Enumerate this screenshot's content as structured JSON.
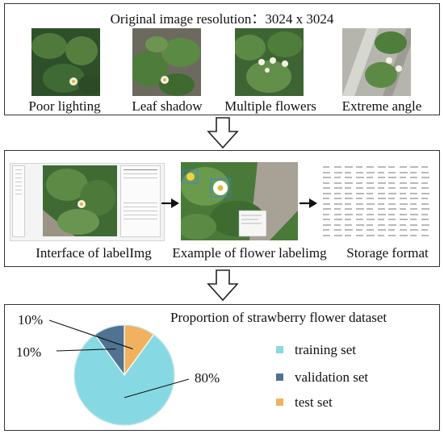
{
  "top_panel": {
    "title": "Original image resolution：3024 x 3024",
    "captions": [
      "Poor lighting",
      "Leaf shadow",
      "Multiple flowers",
      "Extreme angle"
    ]
  },
  "middle_panel": {
    "captions": [
      "Interface of labelImg",
      "Example of flower labelimg",
      "Storage format"
    ]
  },
  "bottom_panel": {
    "title": "Proportion of strawberry flower dataset"
  },
  "chart_data": {
    "type": "pie",
    "title": "Proportion of strawberry flower dataset",
    "slices": [
      {
        "name": "training set",
        "value": 80,
        "label": "80%",
        "color": "#86d9e3"
      },
      {
        "name": "validation set",
        "value": 10,
        "label": "10%",
        "color": "#4f7391"
      },
      {
        "name": "test set",
        "value": 10,
        "label": "10%",
        "color": "#f0b25f"
      }
    ],
    "legend": [
      "training set",
      "validation set",
      "test set"
    ],
    "legend_position": "right"
  },
  "colors": {
    "training": "#86d9e3",
    "validation": "#4f7391",
    "test": "#f0b25f",
    "leaf": "#3d6b32",
    "border": "#333333"
  }
}
